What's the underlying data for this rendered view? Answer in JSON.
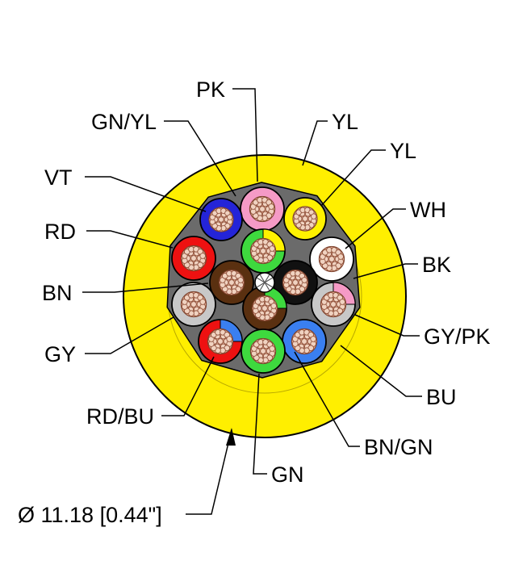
{
  "diagram": {
    "colors": {
      "jacket": "#ffef00",
      "filler": "#6b6b6b",
      "copper": "#d9a48c",
      "copper_strand": "#f0d2c0",
      "outline": "#000000",
      "wh": "#ffffff",
      "yl": "#fff200",
      "pk": "#f59ac6",
      "gn": "#3ed93e",
      "vt": "#2424d8",
      "rd": "#ee1111",
      "bn": "#5a3010",
      "gy": "#c8c8c8",
      "bu": "#3a7ff0",
      "bk": "#111111"
    },
    "conductors": [
      {
        "id": "pk",
        "label": "PK",
        "color": "pk"
      },
      {
        "id": "gn-yl",
        "label": "GN/YL",
        "color": "gn",
        "stripe": "yl"
      },
      {
        "id": "yl-outer",
        "label": "YL",
        "color": "yl"
      },
      {
        "id": "vt",
        "label": "VT",
        "color": "vt"
      },
      {
        "id": "wh",
        "label": "WH",
        "color": "wh"
      },
      {
        "id": "rd",
        "label": "RD",
        "color": "rd"
      },
      {
        "id": "bk",
        "label": "BK",
        "color": "bk"
      },
      {
        "id": "bn",
        "label": "BN",
        "color": "bn"
      },
      {
        "id": "gy-pk",
        "label": "GY/PK",
        "color": "gy",
        "stripe": "pk"
      },
      {
        "id": "gy",
        "label": "GY",
        "color": "gy"
      },
      {
        "id": "bu",
        "label": "BU",
        "color": "bu"
      },
      {
        "id": "rd-bu",
        "label": "RD/BU",
        "color": "rd",
        "stripe": "bu"
      },
      {
        "id": "bn-gn",
        "label": "BN/GN",
        "color": "bn",
        "stripe": "gn"
      },
      {
        "id": "gn",
        "label": "GN",
        "color": "gn"
      }
    ],
    "jacket_label": "YL",
    "dimension_label": "Ø 11.18 [0.44\"]"
  }
}
